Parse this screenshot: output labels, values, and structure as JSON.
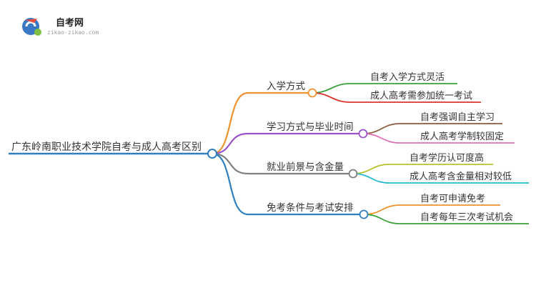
{
  "logo": {
    "title": "自考网",
    "url": "zikao-zikao.com"
  },
  "root": {
    "label": "广东岭南职业技术学院自考与成人高考区别",
    "color": "#2e7fbf"
  },
  "branches": [
    {
      "label": "入学方式",
      "color": "#f0922c",
      "children": [
        {
          "label": "自考入学方式灵活",
          "color": "#3aa13a"
        },
        {
          "label": "成人高考需参加统一考试",
          "color": "#d9342b"
        }
      ]
    },
    {
      "label": "学习方式与毕业时间",
      "color": "#9a52c9",
      "children": [
        {
          "label": "自考强调自主学习",
          "color": "#8c5a3c"
        },
        {
          "label": "成人高考学制较固定",
          "color": "#e36fb6"
        }
      ]
    },
    {
      "label": "就业前景与含金量",
      "color": "#7f7f7f",
      "children": [
        {
          "label": "自考学历认可度高",
          "color": "#b7c22b"
        },
        {
          "label": "成人高考含金量相对较低",
          "color": "#27b8d1"
        }
      ]
    },
    {
      "label": "免考条件与考试安排",
      "color": "#2e7fbf",
      "children": [
        {
          "label": "自考可申请免考",
          "color": "#f0922c"
        },
        {
          "label": "自考每年三次考试机会",
          "color": "#3aa13a"
        }
      ]
    }
  ]
}
